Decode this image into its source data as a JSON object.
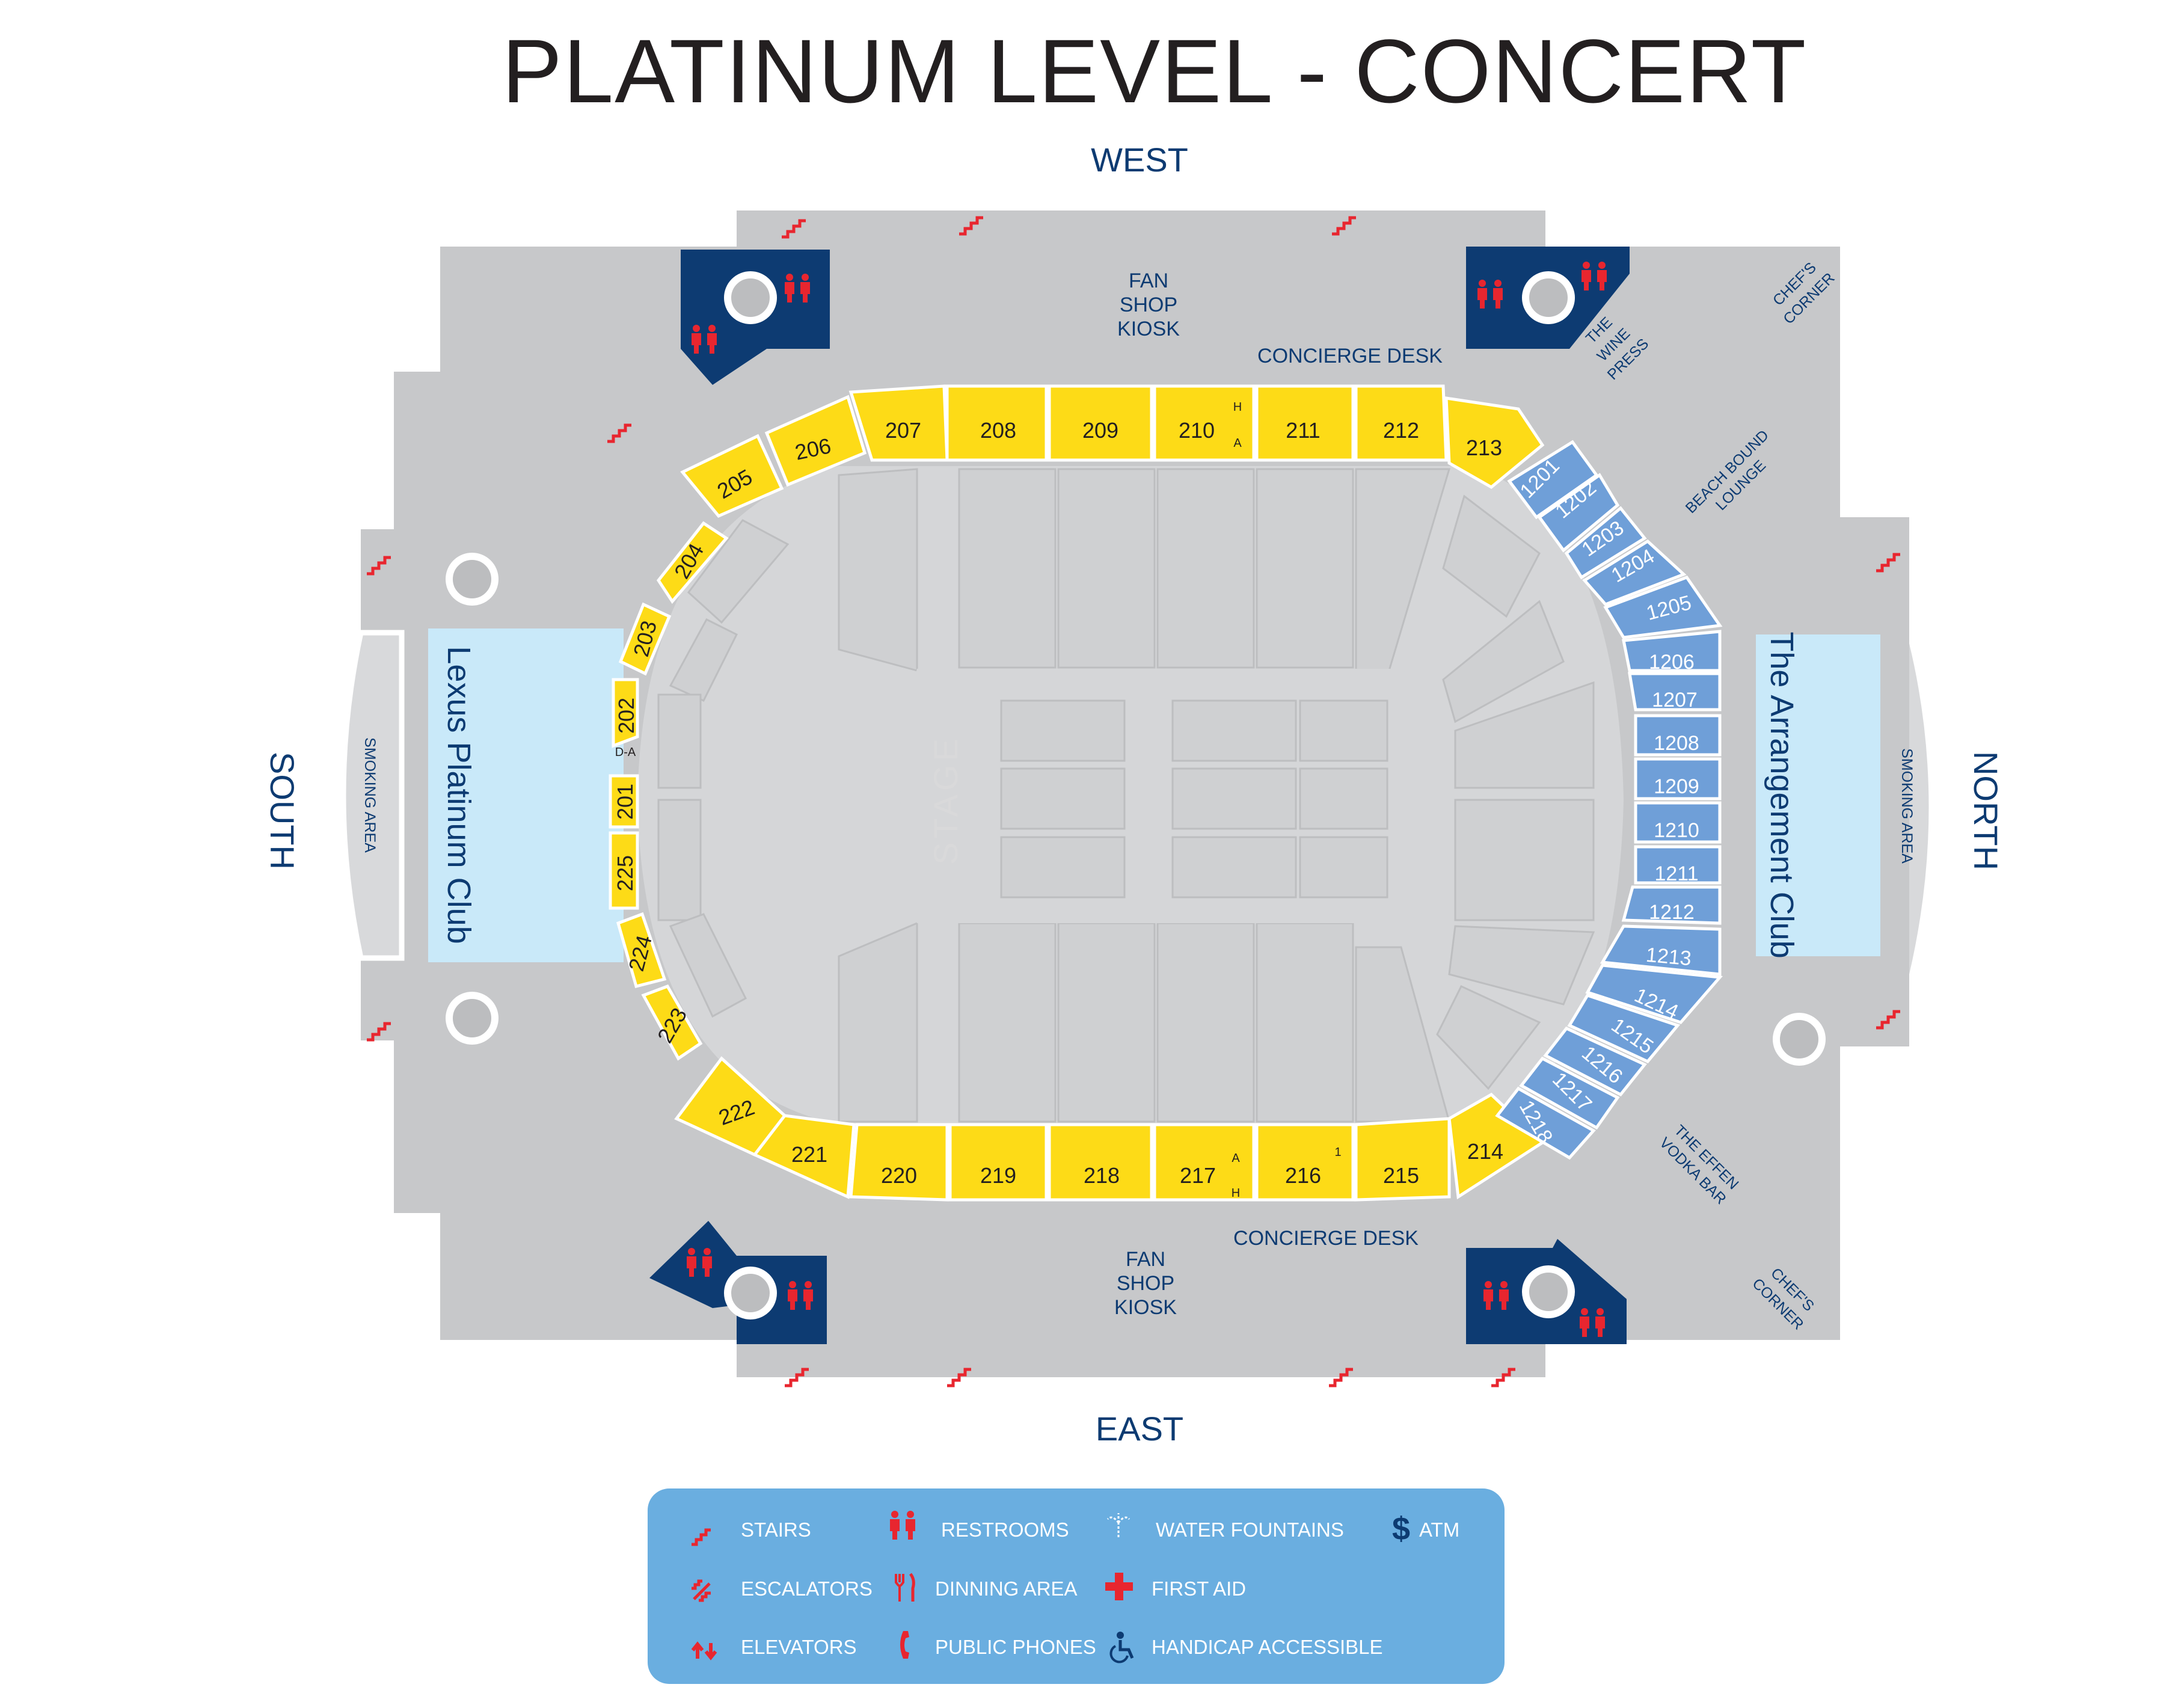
{
  "title": "PLATINUM LEVEL - CONCERT",
  "directions": {
    "west": "WEST",
    "east": "EAST",
    "south": "SOUTH",
    "north": "NORTH"
  },
  "stage_label": "STAGE",
  "clubs": {
    "south": "Lexus Platinum Club",
    "north": "The Arrangement Club"
  },
  "smoking_area": "SMOKING AREA",
  "places": {
    "fan_shop_west": [
      "FAN",
      "SHOP",
      "KIOSK"
    ],
    "fan_shop_east": [
      "FAN",
      "SHOP",
      "KIOSK"
    ],
    "concierge_west": "CONCIERGE DESK",
    "concierge_east": "CONCIERGE DESK",
    "wine_press": [
      "THE",
      "WINE",
      "PRESS"
    ],
    "chefs_corner_nw": [
      "CHEF'S",
      "CORNER"
    ],
    "chefs_corner_se": [
      "CHEF'S",
      "CORNER"
    ],
    "beach_bound": [
      "BEACH BOUND",
      "LOUNGE"
    ],
    "effen_bar": [
      "THE EFFEN",
      "VODKA BAR"
    ]
  },
  "sections_yellow": [
    "205",
    "206",
    "207",
    "208",
    "209",
    "210",
    "211",
    "212",
    "213",
    "204",
    "203",
    "202",
    "201",
    "225",
    "224",
    "223",
    "222",
    "221",
    "220",
    "219",
    "218",
    "217",
    "216",
    "215",
    "214"
  ],
  "sections_blue": [
    "1201",
    "1202",
    "1203",
    "1204",
    "1205",
    "1206",
    "1207",
    "1208",
    "1209",
    "1210",
    "1211",
    "1212",
    "1213",
    "1214",
    "1215",
    "1216",
    "1217",
    "1218"
  ],
  "small_marks": {
    "s210_top": "H",
    "s210_bottom": "A",
    "s217_top": "A",
    "s217_bottom": "H",
    "s216": "1",
    "da": "D-A"
  },
  "legend": {
    "stairs": "STAIRS",
    "escalators": "ESCALATORS",
    "elevators": "ELEVATORS",
    "restrooms": "RESTROOMS",
    "dining": "DINNING AREA",
    "phones": "PUBLIC PHONES",
    "fountains": "WATER FOUNTAINS",
    "first_aid": "FIRST AID",
    "handicap": "HANDICAP ACCESSIBLE",
    "atm": "ATM",
    "atm_symbol": "$"
  },
  "colors": {
    "concourse": "#c7c8ca",
    "bowl": "#d5d6d8",
    "section_yellow": "#fddb17",
    "section_blue": "#6f9fd8",
    "club_fill": "#c9e9f9",
    "restroom_block": "#0d3b72",
    "legend_bg": "#6aaee0",
    "icon_red": "#e8262f",
    "label_blue": "#0d3b72"
  }
}
